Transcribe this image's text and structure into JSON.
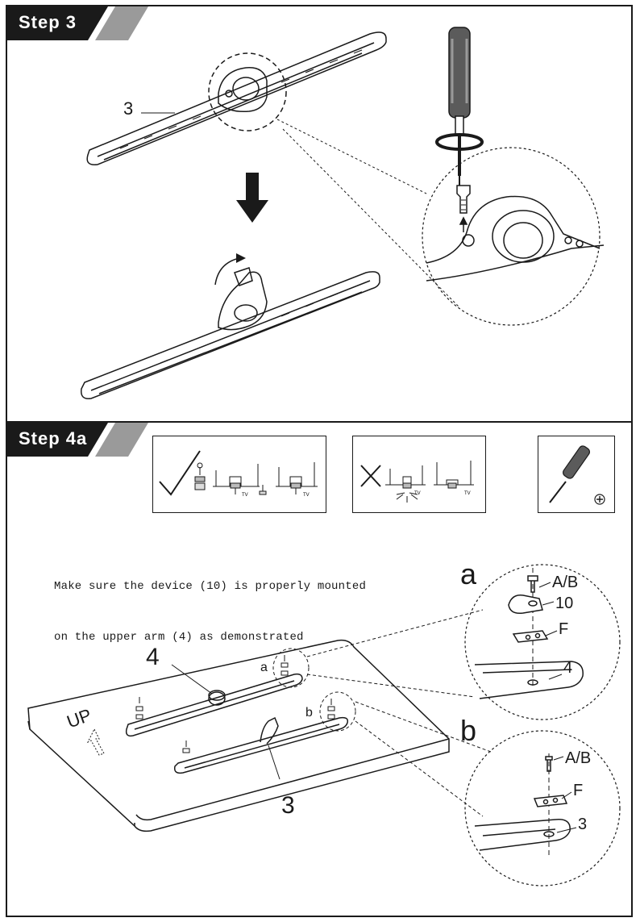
{
  "step3": {
    "tag": "Step 3",
    "part_label": "3"
  },
  "step4a": {
    "tag": "Step 4a",
    "instruction_line1": "Make sure the device (10) is properly mounted",
    "instruction_line2": "on the upper arm (4) as demonstrated",
    "correct_box": {
      "tv_label_1": "TV",
      "tv_label_2": "TV"
    },
    "wrong_box": {
      "tv_label_1": "TV",
      "tv_label_2": "TV"
    },
    "board_up_label": "UP",
    "arm_upper_label": "4",
    "arm_lower_label": "3",
    "point_a_small": "a",
    "point_b_small": "b",
    "detail_a": {
      "letter": "a",
      "screw_label": "A/B",
      "device_label": "10",
      "plate_label": "F",
      "arm_label": "4"
    },
    "detail_b": {
      "letter": "b",
      "screw_label": "A/B",
      "plate_label": "F",
      "arm_label": "3"
    }
  },
  "icons": {
    "check": "check-icon",
    "cross": "cross-icon",
    "screwdriver": "screwdriver-icon",
    "phillips": "phillips-head-icon",
    "arrow_down": "arrow-down-icon",
    "rotate": "rotate-arrow-icon"
  }
}
